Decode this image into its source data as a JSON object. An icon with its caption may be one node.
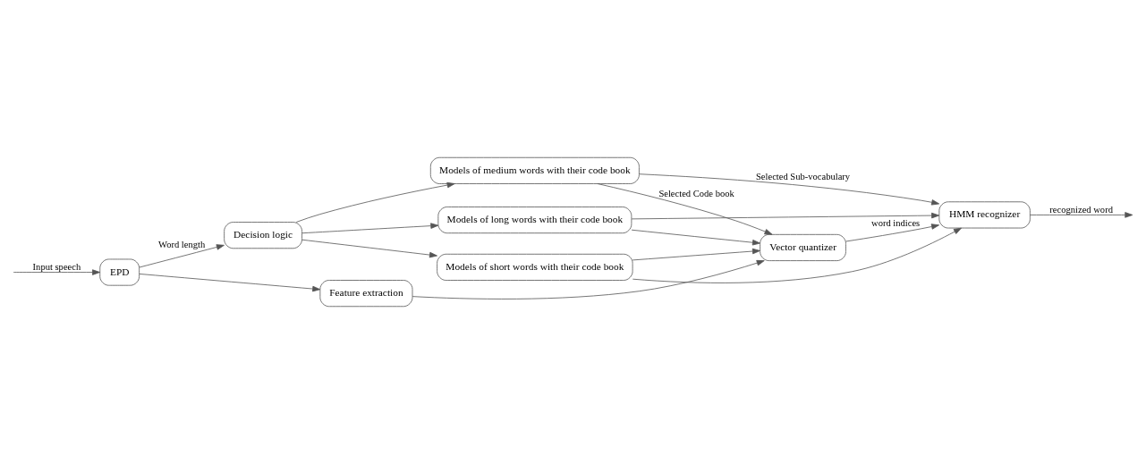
{
  "diagram": {
    "nodes": [
      {
        "text": [
          "Decision logic"
        ]
      },
      {
        "text": [
          "Models of short words with their code book"
        ]
      },
      {
        "text": [
          "Models of medium words with their code book"
        ]
      },
      {
        "text": [
          "Models of long words with their code book"
        ]
      },
      {
        "text": [
          "EPD"
        ]
      },
      {
        "text": [
          "Feature extraction"
        ]
      },
      {
        "text": [
          "Vector quantizer"
        ]
      },
      {
        "text": [
          "HMM recognizer"
        ]
      }
    ],
    "edges": [
      {
        "from": null,
        "to": 4,
        "arrow": "to",
        "label": "Input speech"
      },
      {
        "from": 4,
        "to": 0,
        "arrow": "to",
        "label": "Word length"
      },
      {
        "from": 0,
        "to": 1,
        "arrow": "to"
      },
      {
        "from": 0,
        "to": 2,
        "arrow": "to"
      },
      {
        "from": 0,
        "to": 3,
        "arrow": "to"
      },
      {
        "from": 4,
        "to": 5,
        "arrow": "to"
      },
      {
        "from": 5,
        "to": 6,
        "arrow": "to"
      },
      {
        "from": 6,
        "to": 7,
        "arrow": "to",
        "label": "word indices"
      },
      {
        "from": 7,
        "to": null,
        "arrow": "to",
        "label": "recognized word"
      },
      {
        "from": 1,
        "to": 6,
        "arrow": "to"
      },
      {
        "from": 2,
        "to": 6,
        "arrow": "to",
        "label": "Selected Code book"
      },
      {
        "from": 3,
        "to": 6,
        "arrow": "to"
      },
      {
        "from": 1,
        "to": 7,
        "arrow": "to"
      },
      {
        "from": 2,
        "to": 7,
        "arrow": "to",
        "label": "Selected Sub-vocabulary"
      },
      {
        "from": 3,
        "to": 7,
        "arrow": "to"
      }
    ]
  }
}
